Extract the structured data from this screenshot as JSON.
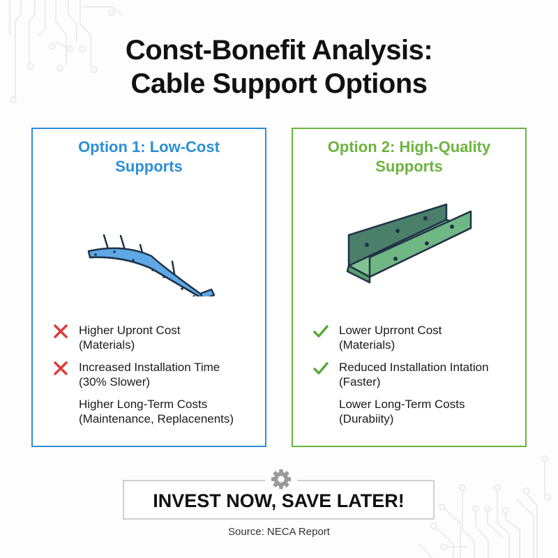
{
  "title": {
    "line1": "Const-Bonefit Analysis:",
    "line2": "Cable Support Options"
  },
  "options": [
    {
      "title_line1": "Option 1: Low-Cost",
      "title_line2": "Supports",
      "accent": "#2b8fd6",
      "illustration": "bent-cable-support-rail",
      "items": [
        {
          "icon": "x-icon",
          "line1": "Higher Upront Cost",
          "line2": "(Materials)"
        },
        {
          "icon": "x-icon",
          "line1": "Increased Installation Time",
          "line2": "(30% Slower)"
        },
        {
          "icon": "none",
          "line1": "Higher Long-Term Costs",
          "line2": "(Maintenance, Replacenents)"
        }
      ]
    },
    {
      "title_line1": "Option 2: High-Quality",
      "title_line2": "Supports",
      "accent": "#6cb33f",
      "illustration": "u-channel-cable-tray",
      "items": [
        {
          "icon": "check-icon",
          "line1": "Lower Uprront Cost",
          "line2": "(Materials)"
        },
        {
          "icon": "check-icon",
          "line1": "Reduced Installation Intation",
          "line2": "(Faster)"
        },
        {
          "icon": "none",
          "line1": "Lower Long-Term Costs",
          "line2": "(Durabiity)"
        }
      ]
    }
  ],
  "banner": {
    "icon": "gear-icon",
    "text": "INVEST NOW, SAVE LATER!"
  },
  "source": "Source: NECA Report",
  "colors": {
    "x_icon": "#e03a3a",
    "check_icon": "#5aa83a",
    "banner_border": "#cfcfcf"
  }
}
